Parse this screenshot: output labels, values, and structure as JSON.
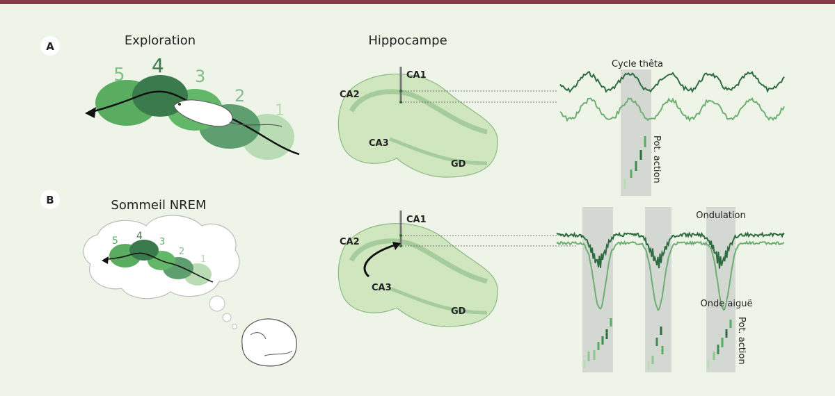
{
  "panels": {
    "a_letter": "A",
    "b_letter": "B"
  },
  "titles": {
    "exploration": "Exploration",
    "hippocampe": "Hippocampe",
    "sommeil": "Sommeil NREM"
  },
  "place_fields": {
    "numbers": [
      "5",
      "4",
      "3",
      "2",
      "1"
    ]
  },
  "regions": {
    "ca1": "CA1",
    "ca2": "CA2",
    "ca3": "CA3",
    "gd": "GD"
  },
  "annotations": {
    "cycle_theta": "Cycle thêta",
    "pot_action": "Pot. action",
    "ondulation": "Ondulation",
    "onde_aigue": "Onde aiguë"
  },
  "colors": {
    "frame_top": "#8b3a4a",
    "background": "#eef4e8",
    "green_darkest": "#2e6b3f",
    "green_dark": "#3e8b4f",
    "green_mid": "#5aad60",
    "green_light": "#8cc78f",
    "green_pale": "#b9dcb4",
    "highlight_band": "#d3d8d3",
    "hippo_fill": "#cfe6bf",
    "hippo_stroke": "#8cb883"
  }
}
